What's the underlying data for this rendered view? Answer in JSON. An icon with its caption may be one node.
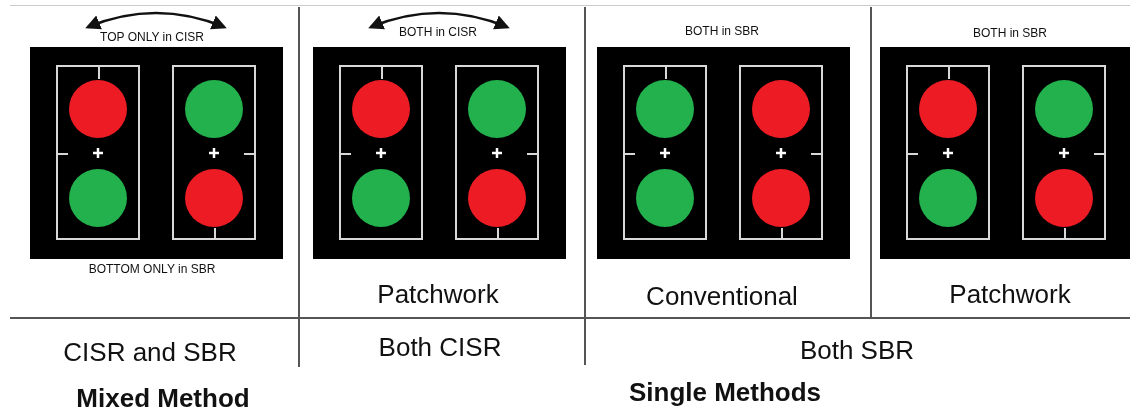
{
  "diagram": {
    "nodes": [
      {
        "text": [],
        "shape": "box"
      },
      {
        "text": [],
        "shape": "circle",
        "in": 0
      },
      {
        "text": [],
        "shape": "circle",
        "in": 0
      },
      {
        "text": [],
        "shape": "box"
      },
      {
        "text": [],
        "shape": "circle",
        "in": 3
      },
      {
        "text": [],
        "shape": "circle",
        "in": 3
      },
      {
        "text": [],
        "shape": "box"
      },
      {
        "text": [],
        "shape": "circle",
        "in": 6
      },
      {
        "text": [],
        "shape": "circle",
        "in": 6
      },
      {
        "text": [],
        "shape": "box"
      },
      {
        "text": [],
        "shape": "circle",
        "in": 9
      },
      {
        "text": [],
        "shape": "circle",
        "in": 9
      },
      {
        "text": [],
        "shape": "box"
      },
      {
        "text": [],
        "shape": "circle",
        "in": 12
      },
      {
        "text": [],
        "shape": "circle",
        "in": 12
      },
      {
        "text": [],
        "shape": "box"
      },
      {
        "text": [],
        "shape": "circle",
        "in": 15
      },
      {
        "text": [],
        "shape": "circle",
        "in": 15
      },
      {
        "text": [],
        "shape": "box"
      },
      {
        "text": [],
        "shape": "circle",
        "in": 18
      },
      {
        "text": [],
        "shape": "circle",
        "in": 18
      },
      {
        "text": [],
        "shape": "box"
      },
      {
        "text": [],
        "shape": "circle",
        "in": 21
      },
      {
        "text": [],
        "shape": "circle",
        "in": 21
      }
    ],
    "edges": [
      {
        "from": 0,
        "to": 3,
        "arrow": "both"
      },
      {
        "from": 6,
        "to": 9,
        "arrow": "both"
      }
    ],
    "labels": [
      "TOP ONLY in CISR",
      "BOTH in CISR",
      "BOTH in SBR",
      "BOTH in SBR",
      "BOTTOM ONLY in SBR",
      "Patchwork",
      "Conventional",
      "Patchwork",
      "CISR and SBR",
      "Both CISR",
      "Both SBR",
      "Mixed Method",
      "Single Methods"
    ]
  }
}
